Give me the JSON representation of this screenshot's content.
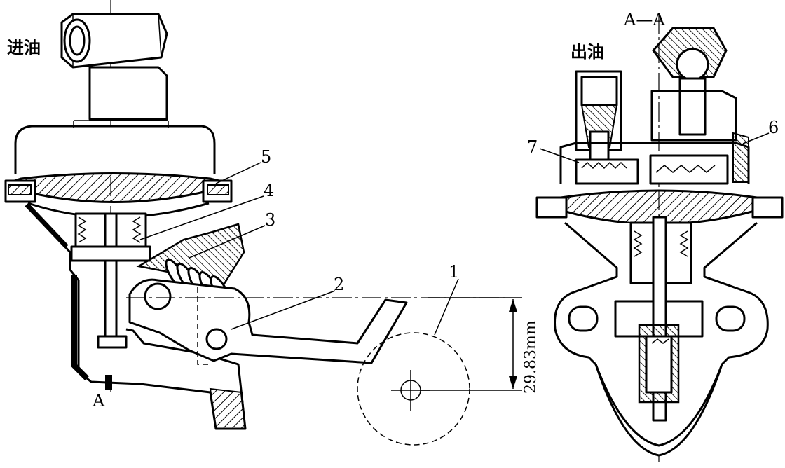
{
  "labels": {
    "inlet": "进油",
    "outlet": "出油",
    "section": "A—A",
    "section_mark": "A",
    "dimension": "29.83mm",
    "parts": [
      "1",
      "2",
      "3",
      "4",
      "5",
      "6",
      "7"
    ]
  },
  "colors": {
    "line": "#000000",
    "background": "#ffffff"
  },
  "components": {
    "pump_side_view": "fuel-pump-side-section",
    "pump_front_view": "fuel-pump-section-a-a",
    "cam": "eccentric-cam",
    "rocker_arm": "rocker-arm",
    "spring": "return-spring",
    "diaphragm": "diaphragm"
  }
}
